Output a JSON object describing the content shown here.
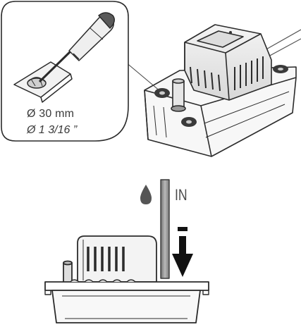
{
  "callout": {
    "diameter_mm": "Ø 30 mm",
    "diameter_in": "Ø 1 3/16 ”"
  },
  "inlet": {
    "label": "IN"
  }
}
